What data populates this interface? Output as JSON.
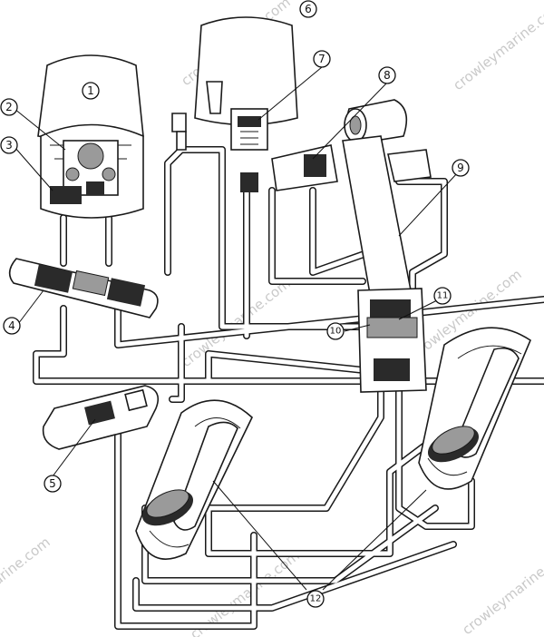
{
  "watermark": "crowleymarine.com",
  "callouts": {
    "c1": "1",
    "c2": "2",
    "c3": "3",
    "c4": "4",
    "c5": "5",
    "c6": "6",
    "c7": "7",
    "c8": "8",
    "c9": "9",
    "c10": "10",
    "c11": "11",
    "c12": "12"
  },
  "colors": {
    "line": "#1a1a1a",
    "background": "#ffffff",
    "watermark": "#c9c9c9"
  }
}
